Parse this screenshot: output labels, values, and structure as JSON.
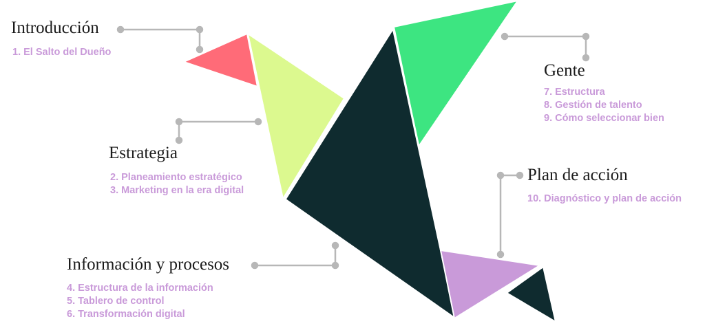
{
  "sections": [
    {
      "id": "introduccion",
      "title": "Introducción",
      "items": [
        "1. El Salto del Dueño"
      ]
    },
    {
      "id": "estrategia",
      "title": "Estrategia",
      "items": [
        "2. Planeamiento estratégico",
        "3. Marketing en la era digital"
      ]
    },
    {
      "id": "informacion",
      "title": "Información y procesos",
      "items": [
        "4. Estructura de la información",
        "5. Tablero de control",
        "6. Transformación digital"
      ]
    },
    {
      "id": "gente",
      "title": "Gente",
      "items": [
        "7. Estructura",
        "8. Gestión de talento",
        "9. Cómo seleccionar bien"
      ]
    },
    {
      "id": "plan",
      "title": "Plan de acción",
      "items": [
        "10. Diagnóstico y plan de acción"
      ]
    }
  ],
  "colors": {
    "red_triangle": "#ff6b78",
    "lime_triangle": "#dcf98f",
    "dark_triangle": "#0f2b2f",
    "green_triangle": "#3de581",
    "lilac_triangle": "#c99ad9",
    "connector": "#b7b7b7",
    "title_text": "#1b1b1b",
    "item_text": "#c99ad9"
  }
}
